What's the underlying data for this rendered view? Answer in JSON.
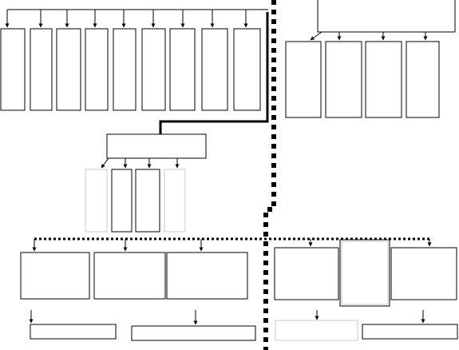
{
  "diagram": {
    "title": "",
    "colors": {
      "stroke": "#000000",
      "background": "#ffffff",
      "faint_stroke": "#c8c8c8"
    },
    "nodes": [],
    "connectors": [
      "solid",
      "bold",
      "dashed-heavy",
      "dotted"
    ]
  }
}
